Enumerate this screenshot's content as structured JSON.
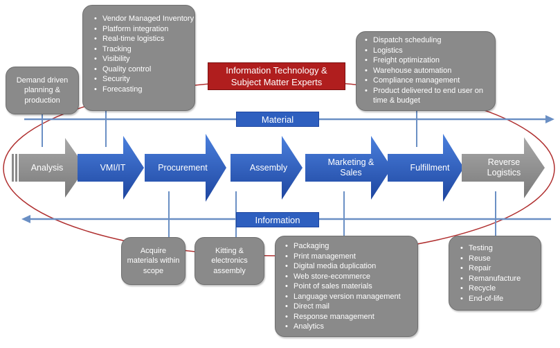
{
  "colors": {
    "blue": "#2e5fbf",
    "grey": "#8a8a8a",
    "red": "#b01e1e",
    "arrow": "#6a8fc4",
    "ellipse": "#b03030"
  },
  "flows": {
    "material": "Material",
    "information": "Information"
  },
  "it_banner": "Information Technology & Subject Matter Experts",
  "stages": [
    {
      "label": "Analysis"
    },
    {
      "label": "VMI/IT"
    },
    {
      "label": "Procurement"
    },
    {
      "label": "Assembly"
    },
    {
      "label": "Marketing & Sales"
    },
    {
      "label": "Fulfillment"
    },
    {
      "label": "Reverse Logistics"
    }
  ],
  "boxes": {
    "demand": "Demand driven planning & production",
    "vmi": [
      "Vendor Managed Inventory",
      "Platform integration",
      "Real-time logistics",
      "Tracking",
      "Visibility",
      "Quality control",
      "Security",
      "Forecasting"
    ],
    "fulfillment": [
      "Dispatch scheduling",
      "Logistics",
      "Freight optimization",
      "Warehouse automation",
      "Compliance management",
      "Product delivered to end user on time & budget"
    ],
    "procurement": "Acquire materials within scope",
    "assembly": "Kitting & electronics assembly",
    "marketing": [
      "Packaging",
      "Print management",
      "Digital media duplication",
      "Web store-ecommerce",
      "Point of sales materials",
      "Language version management",
      "Direct mail",
      "Response management",
      "Analytics"
    ],
    "reverse": [
      "Testing",
      "Reuse",
      "Repair",
      "Remanufacture",
      "Recycle",
      "End-of-life"
    ]
  }
}
